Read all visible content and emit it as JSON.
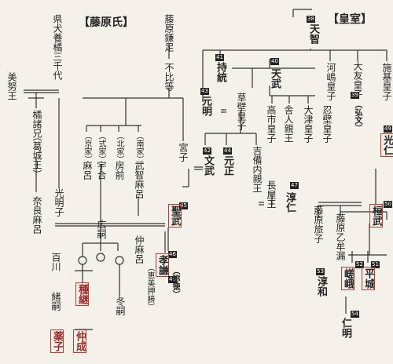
{
  "headers": {
    "fujiwara": "【藤原氏】",
    "imperial": "【皇室】"
  },
  "names": {
    "tenchi": "天智",
    "jito": "持統",
    "tenmu": "天武",
    "kawashima": "河嶋皇子",
    "otomo": "大友皇子",
    "kobun": "（弘文）",
    "shiki": "施基皇子",
    "konin": "光仁",
    "genmei": "元明",
    "kusakabe": "草壁皇子",
    "takechi": "高市皇子",
    "toneri": "舎人親王",
    "otsu": "大津皇子",
    "osakabe": "忍壁皇子",
    "junnin": "淳仁",
    "nagaya": "長屋王",
    "monmu": "文武",
    "gensho": "元正",
    "kibi": "吉備内親王",
    "shomu": "聖武",
    "koken": "孝謙",
    "shotoku": "（称徳）",
    "kanmu": "桓武",
    "tabiko": "藤原旅子",
    "otomuro": "藤原乙牟漏",
    "junna": "淳和",
    "saga": "嵯峨",
    "heizei": "平城",
    "ninmyo": "仁明",
    "kamatari": "藤原鎌足",
    "fuhito": "不比等",
    "miyako": "宮子",
    "komyo": "光明子",
    "nanke": "（南家）",
    "hokke": "（北家）",
    "shikike": "（式家）",
    "kyoke": "（京家）",
    "muchimaro": "武智麻呂",
    "fusasaki": "房前",
    "umakai": "宇合",
    "maro": "麻呂",
    "nakamaro": "仲麻呂",
    "emi": "（恵美押勝）",
    "fuyutsugu": "冬嗣",
    "hirotsugu": "広嗣",
    "momokawa": "百川",
    "otsugu": "緒嗣",
    "tanetsugu": "種継",
    "kusuko": "薬子",
    "nakanari": "仲成",
    "michiyo": "県犬養橘三千代",
    "minu": "美努王",
    "moroe": "橘諸兄",
    "katsuragi": "（葛城王）",
    "naramaro": "奈良麻呂"
  },
  "numbers": {
    "n38": "38",
    "n39": "39",
    "n40": "40",
    "n41": "41",
    "n42": "42",
    "n43": "43",
    "n44": "44",
    "n45": "45",
    "n46": "46",
    "n47": "47",
    "n48": "48",
    "n49": "49",
    "n50": "50",
    "n51": "51",
    "n52": "52",
    "n53": "53",
    "n54": "54"
  }
}
